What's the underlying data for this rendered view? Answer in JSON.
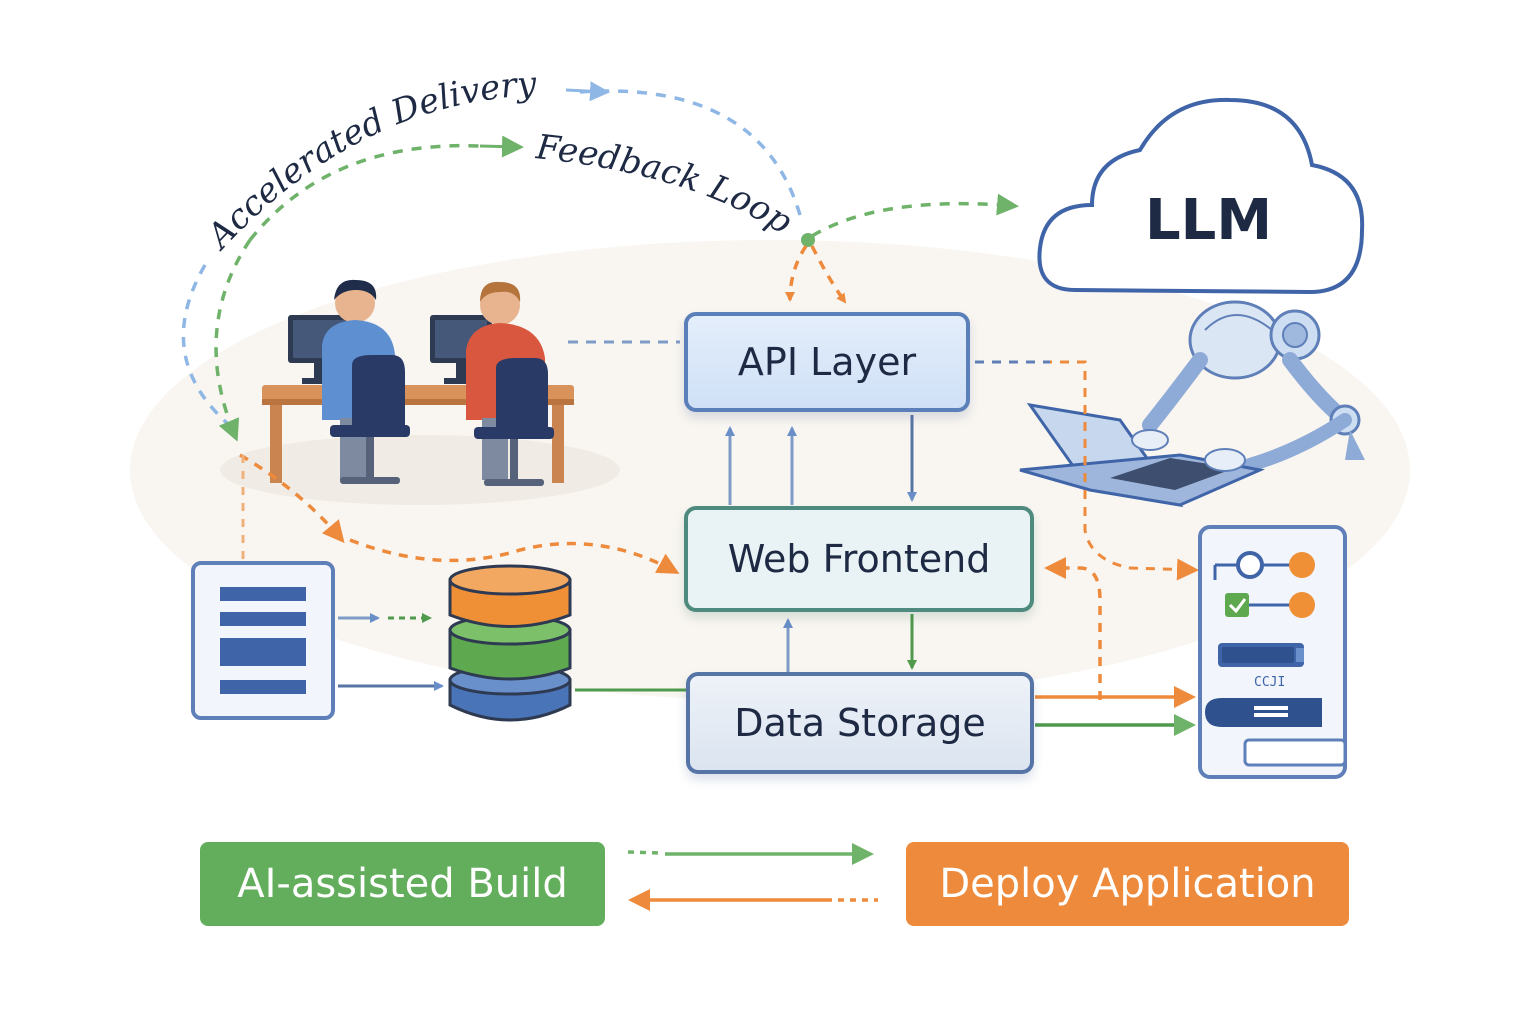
{
  "labels": {
    "accelerated_delivery": "Accelerated Delivery",
    "feedback_loop": "Feedback Loop",
    "llm": "LLM",
    "api_layer": "API Layer",
    "web_frontend": "Web Frontend",
    "data_storage": "Data Storage",
    "ai_build": "AI-assisted Build",
    "deploy": "Deploy Application",
    "panel_caption": "CCJI"
  },
  "colors": {
    "blue": "#5b7fb8",
    "green": "#62ae5c",
    "orange": "#ee8a3c",
    "navy": "#1e2a44"
  }
}
